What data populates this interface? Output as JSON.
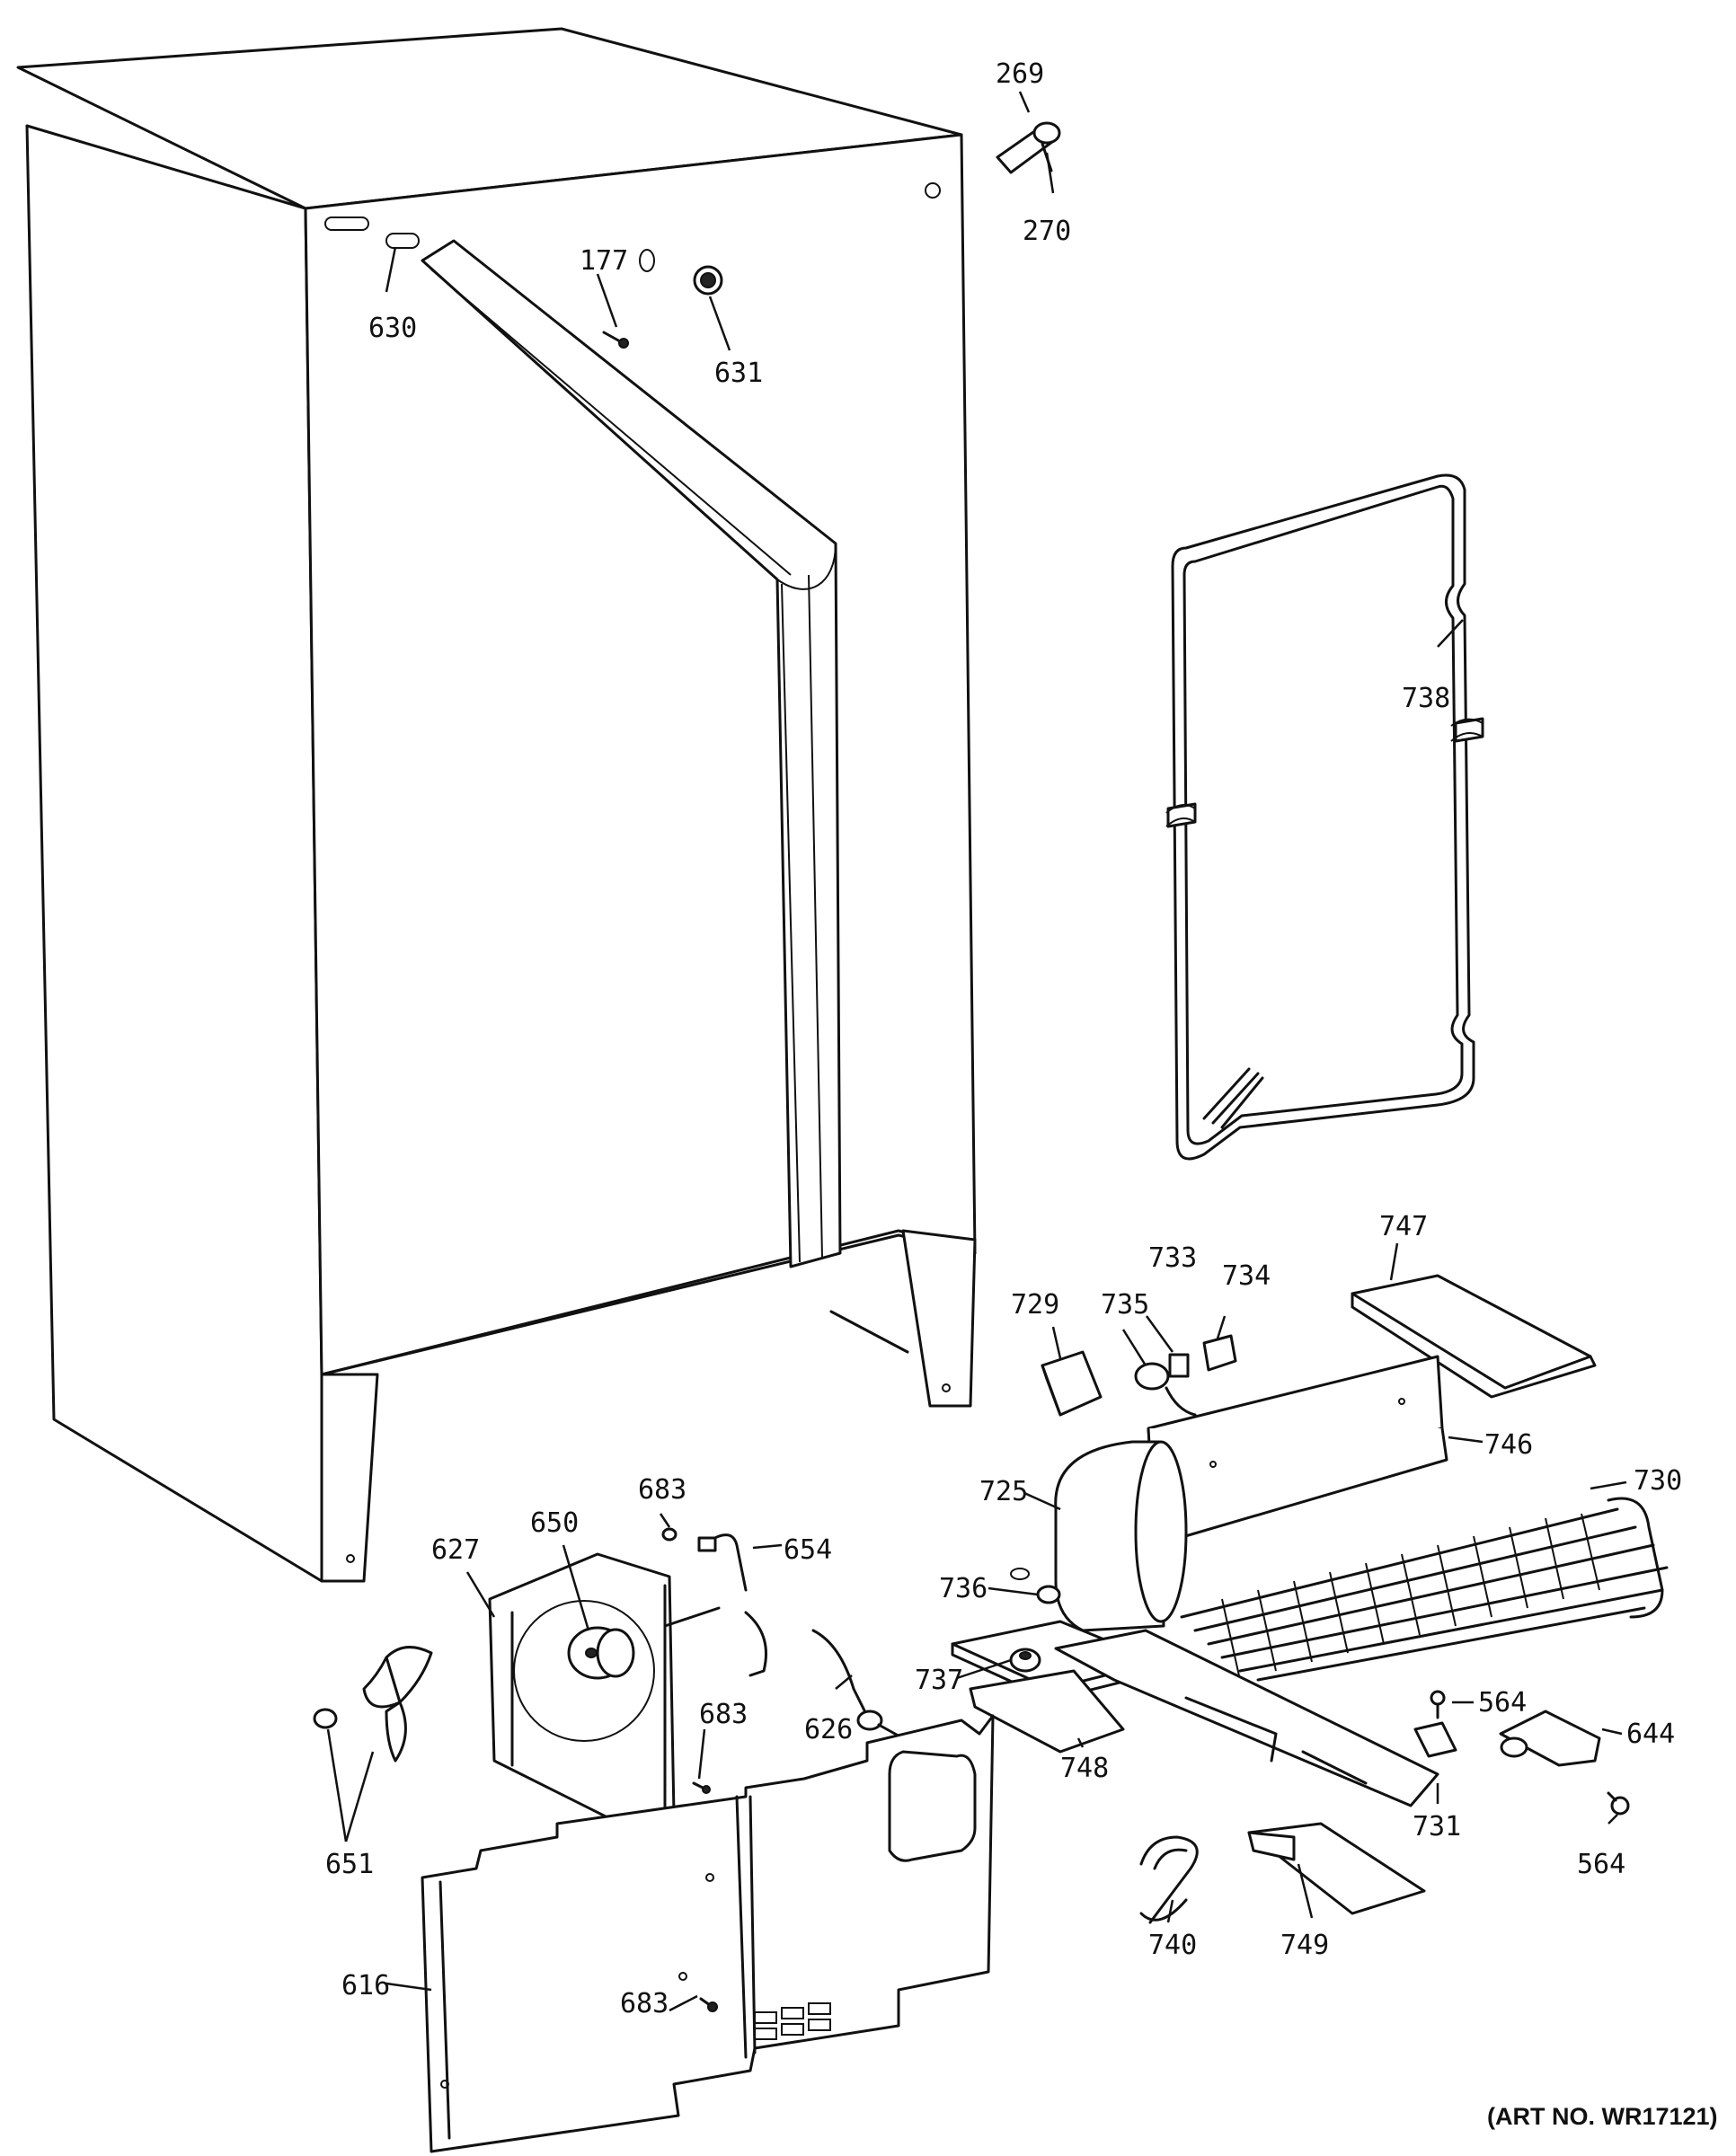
{
  "diagram": {
    "part_labels": {
      "p269": "269",
      "p270": "270",
      "p630": "630",
      "p177": "177",
      "p631": "631",
      "p738": "738",
      "p747": "747",
      "p733": "733",
      "p734": "734",
      "p729": "729",
      "p735": "735",
      "p746": "746",
      "p725": "725",
      "p730": "730",
      "p683a": "683",
      "p650": "650",
      "p627": "627",
      "p654": "654",
      "p736": "736",
      "p737": "737",
      "p564a": "564",
      "p644": "644",
      "p683b": "683",
      "p626": "626",
      "p748": "748",
      "p731": "731",
      "p564b": "564",
      "p651": "651",
      "p740": "740",
      "p749": "749",
      "p616": "616",
      "p683c": "683"
    },
    "art_number": "(ART NO. WR17121)"
  }
}
